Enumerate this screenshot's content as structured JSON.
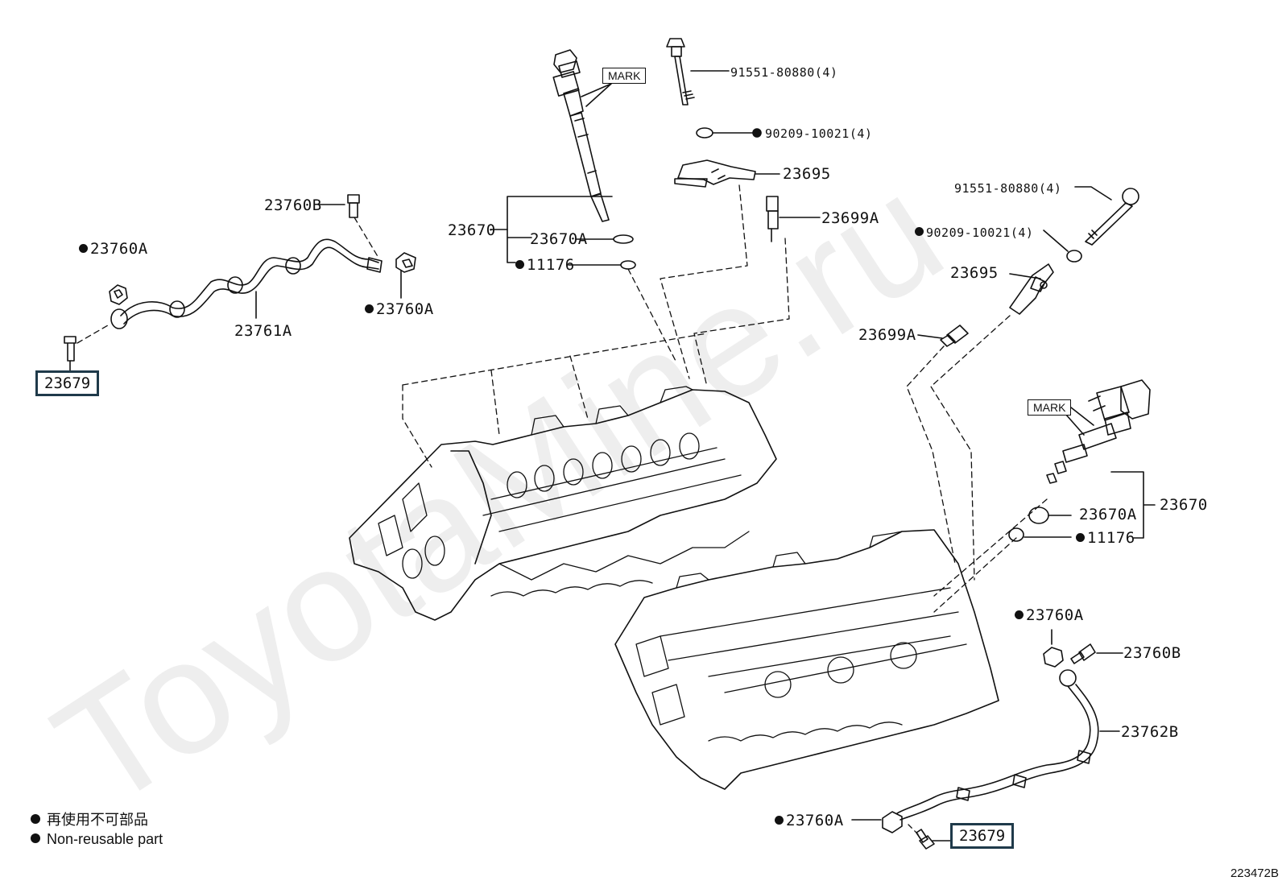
{
  "watermark": "ToyotaMine.ru",
  "diagram_code": "223472B",
  "mark_label": "MARK",
  "legend": {
    "line1": "再使用不可部品",
    "line2": "Non-reusable part"
  },
  "callouts": {
    "bolt_top": "91551-80880(4)",
    "washer_top": "90209-10021(4)",
    "clamp_top": "23695",
    "sensor_top": "23699A",
    "bolt_right": "91551-80880(4)",
    "washer_right": "90209-10021(4)",
    "clamp_right": "23695",
    "sensor_right": "23699A",
    "injector_top": "23670",
    "oring_top": "23670A",
    "seal_top": "11176",
    "bolt_pipe_left": "23760B",
    "gasket_left_a": "23760A",
    "gasket_left_b": "23760A",
    "pipe_left": "23761A",
    "union_left": "23679",
    "injector_right": "23670",
    "oring_right": "23670A",
    "seal_right": "11176",
    "gasket_right_a": "23760A",
    "bolt_pipe_right": "23760B",
    "pipe_right": "23762B",
    "gasket_right_b": "23760A",
    "union_right": "23679"
  }
}
